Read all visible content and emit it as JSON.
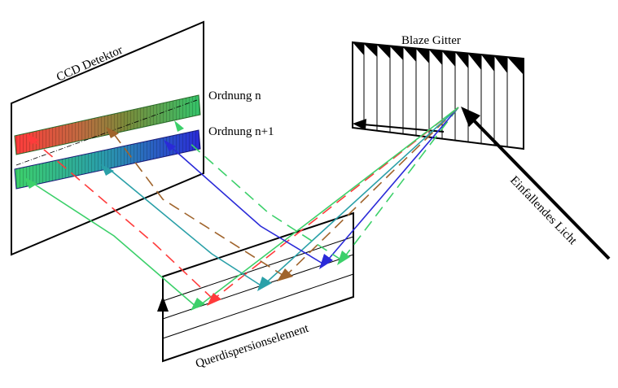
{
  "labels": {
    "detector": "CCD Detektor",
    "grating": "Blaze Gitter",
    "order_n": "Ordnung n",
    "order_n1": "Ordnung n+1",
    "incident": "Einfallendes Licht",
    "cross_disperser": "Querdispersionselement"
  },
  "colors": {
    "red": "#ff3b3b",
    "brown": "#a0642c",
    "teal": "#2aa0a8",
    "green": "#3cd06a",
    "blue": "#2a2ad8",
    "black": "#000000"
  }
}
